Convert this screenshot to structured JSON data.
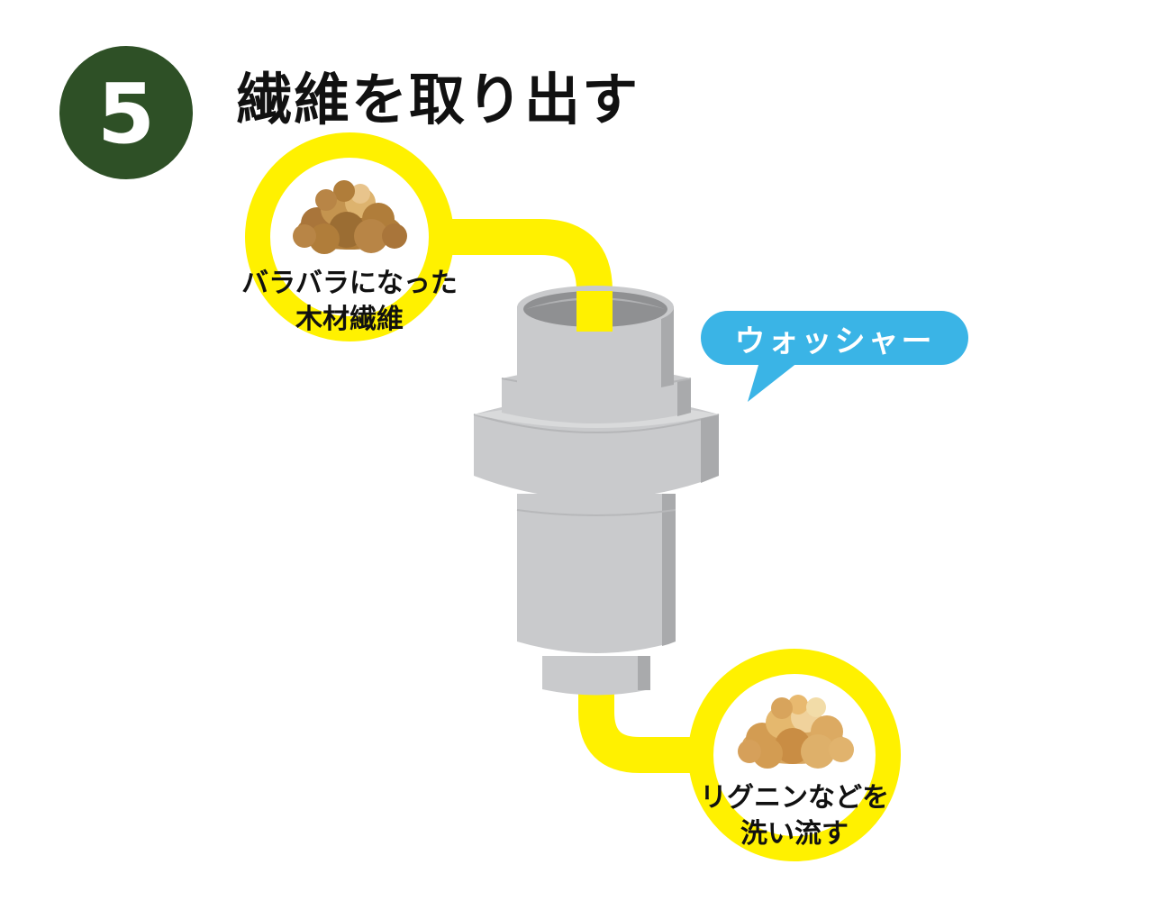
{
  "step": {
    "number": "5"
  },
  "title": "繊維を取り出す",
  "input_label": {
    "line1": "バラバラになった",
    "line2": "木材繊維"
  },
  "output_label": {
    "line1": "リグニンなどを",
    "line2": "洗い流す"
  },
  "machine_label": "ウォッシャー",
  "icons": {
    "input": "wood-fiber-pile-icon",
    "output": "washed-fiber-pile-icon"
  },
  "colors": {
    "badge": "#2e5026",
    "pipe": "#fff100",
    "bubble": "#3ab4e6",
    "machine": "#c9cacc",
    "fiber_dark": "#b07d3a",
    "fiber_light": "#ddb36e"
  }
}
